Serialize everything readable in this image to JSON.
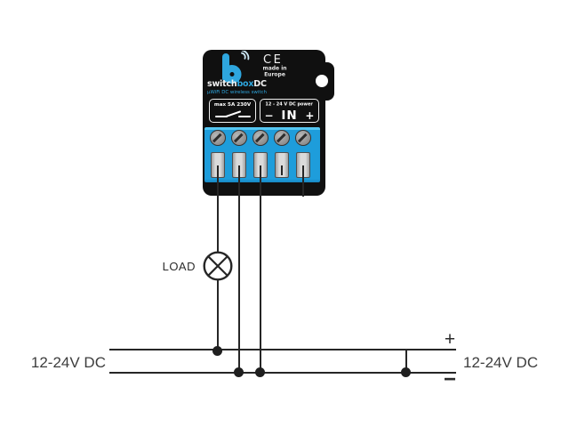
{
  "device": {
    "brand": {
      "prefix": "switch",
      "mid": "box",
      "suffix": "DC"
    },
    "subtitle": "μWiFi DC wireless switch",
    "ce_mark": "CE",
    "made_in": {
      "line1": "made in",
      "line2": "Europe"
    },
    "relay_box_label": "max 5A 230V",
    "power_box_label": "12 - 24 V DC power",
    "power_terminals": {
      "minus": "−",
      "label": "IN",
      "plus": "+"
    },
    "terminal_count": 5
  },
  "diagram": {
    "load_label": "LOAD",
    "supply_left_label": "12-24V DC",
    "supply_right_label": "12-24V DC",
    "plus_marker": "+",
    "minus_marker": "−"
  },
  "colors": {
    "accent_blue": "#2ea6de",
    "terminal_block_blue": "#1e9ddb",
    "device_black": "#101010",
    "wire": "#262626"
  }
}
